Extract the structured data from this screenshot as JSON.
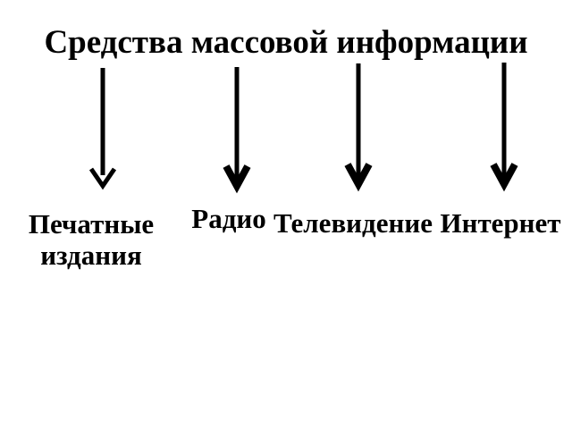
{
  "slide": {
    "title": "Средства массовой информации",
    "items": [
      {
        "label": "Печатные издания"
      },
      {
        "label": "Радио"
      },
      {
        "label": "Телевидение"
      },
      {
        "label": "Интернет"
      }
    ],
    "colors": {
      "text": "#000000",
      "background": "#ffffff"
    }
  }
}
